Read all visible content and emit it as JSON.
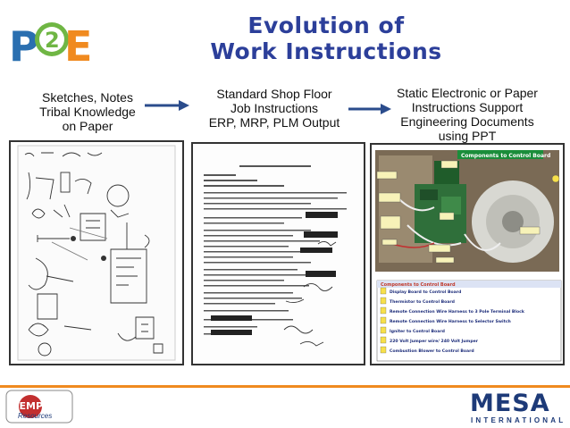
{
  "title": {
    "line1": "Evolution of",
    "line2": "Work Instructions"
  },
  "logos": {
    "top_left": "P2E",
    "footer_left_line1": "TEMPO",
    "footer_left_line2": "Resources",
    "footer_right": "MESA",
    "footer_right_sub": "INTERNATIONAL"
  },
  "columns": [
    {
      "lines": [
        "Sketches, Notes",
        "Tribal Knowledge",
        "on Paper"
      ]
    },
    {
      "lines": [
        "Standard Shop Floor",
        "Job Instructions",
        "ERP, MRP, PLM Output"
      ]
    },
    {
      "lines": [
        "Static Electronic or Paper",
        "Instructions Support",
        "Engineering Documents",
        "using PPT"
      ]
    }
  ],
  "ppt_panel": {
    "banner": "Components to Control Board",
    "legend_title": "Components to Control Board",
    "legend_items": [
      "Display Board to Control Board",
      "Thermistor to Control Board",
      "Remote Connection Wire Harness to 3 Pole Terminal Block",
      "Remote Connection Wire Harness to Selector Switch",
      "Igniter to Control Board",
      "220 Volt Jumper wire/ 240 Volt Jumper",
      "Combustion Blower to Control Board"
    ]
  },
  "colors": {
    "title": "#2c3f9a",
    "arrow": "#2b4c8c",
    "footer_line": "#f08a1f",
    "banner": "#1a8d3a"
  }
}
